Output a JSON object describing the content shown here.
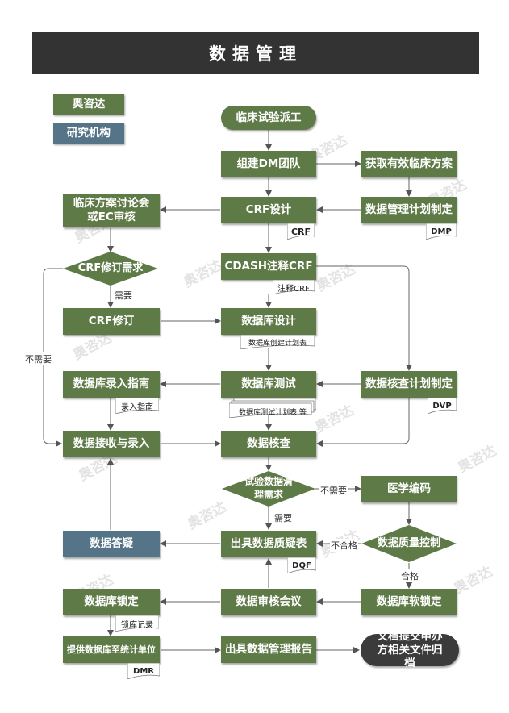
{
  "title": "数据管理",
  "legend": {
    "osmunda": "奥咨达",
    "institution": "研究机构"
  },
  "watermark": "奥咨达",
  "colors": {
    "green": "#5e7a47",
    "blue": "#557487",
    "dark": "#3b3b3b",
    "header": "#333333"
  },
  "nodes": {
    "start": "临床试验派工",
    "dm_team": "组建DM团队",
    "get_protocol": "获取有效临床方案",
    "protocol_review": "临床方案讨论会或EC审核",
    "crf_design": "CRF设计",
    "dmp_make": "数据管理计划制定",
    "crf_revision_need": "CRF修订需求",
    "cdash": "CDASH注释CRF",
    "crf_revise": "CRF修订",
    "db_design": "数据库设计",
    "db_entry_guide": "数据库录入指南",
    "db_test": "数据库测试",
    "check_plan": "数据核查计划制定",
    "data_receive": "数据接收与录入",
    "data_check": "数据核查",
    "cleaning_need": "试验数据清理需求",
    "medical_coding": "医学编码",
    "data_query": "数据答疑",
    "issue_dqf": "出具数据质疑表",
    "quality_control": "数据质量控制",
    "db_lock": "数据库锁定",
    "review_meeting": "数据审核会议",
    "soft_lock": "数据库软锁定",
    "provide_db": "提供数据库至统计单位",
    "dm_report": "出具数据管理报告",
    "archive": "文档提交申办方相关文件归档"
  },
  "docs": {
    "crf": "CRF",
    "dmp": "DMP",
    "annot_crf": "注释CRF",
    "db_plan": "数据库创建计划表",
    "entry_guide": "录入指南",
    "test_plan": "数据库测试计划表 等",
    "dvp": "DVP",
    "dqf": "DQF",
    "lock_record": "锁库记录",
    "dmr": "DMR"
  },
  "edge_labels": {
    "needed": "需要",
    "not_needed": "不需要",
    "failed": "不合格",
    "passed": "合格"
  }
}
